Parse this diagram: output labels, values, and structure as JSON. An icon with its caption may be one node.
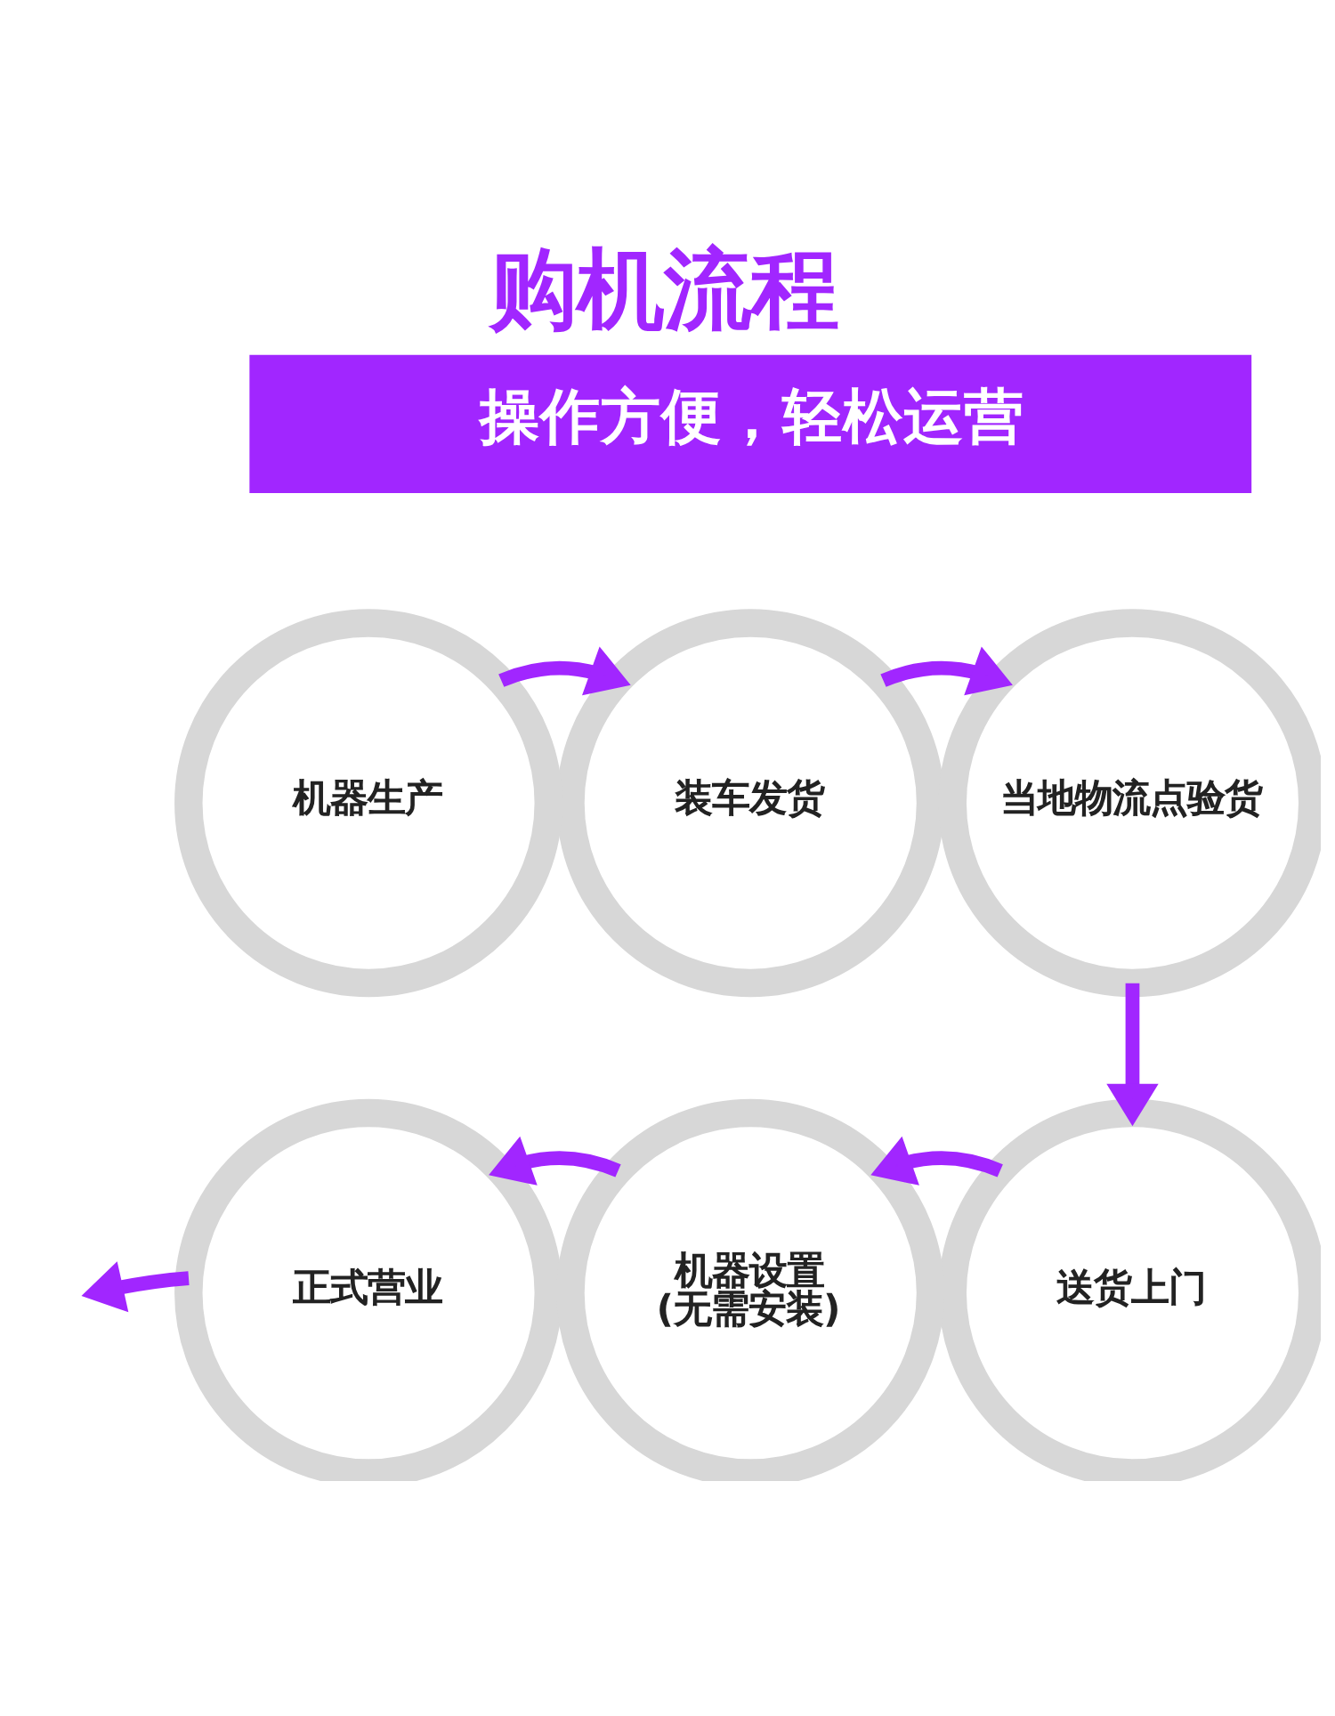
{
  "diagram": {
    "title": "购机流程",
    "nodes": [
      {
        "text": [
          "机器生产"
        ]
      },
      {
        "text": [
          "装车发货"
        ]
      },
      {
        "text": [
          "当地物流点验货"
        ]
      },
      {
        "text": [
          "正式营业"
        ]
      },
      {
        "text": [
          "机器设置",
          "(无需安装)"
        ]
      },
      {
        "text": [
          "送货上门"
        ]
      }
    ],
    "edges": [
      {
        "from": 0,
        "to": 1,
        "arrow": "to"
      },
      {
        "from": 1,
        "to": 2,
        "arrow": "to"
      },
      {
        "from": 2,
        "to": 5,
        "arrow": "to"
      },
      {
        "from": 5,
        "to": 4,
        "arrow": "to"
      },
      {
        "from": 4,
        "to": 3,
        "arrow": "to"
      },
      {
        "from": 3,
        "to": null,
        "arrow": "to"
      }
    ],
    "labels": [
      "操作方便，轻松运营"
    ]
  }
}
